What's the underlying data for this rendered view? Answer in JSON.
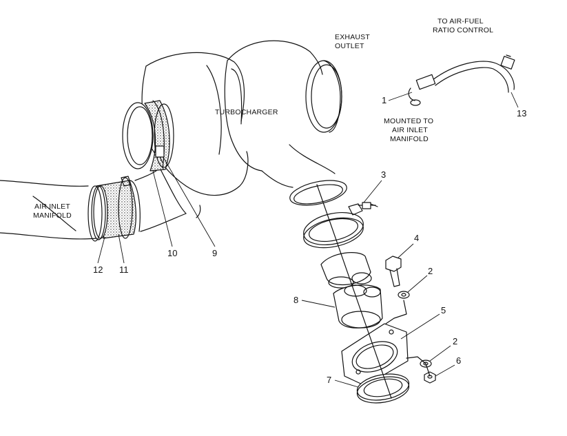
{
  "labels": {
    "exhaust_outlet": [
      "EXHAUST",
      "OUTLET"
    ],
    "to_air_fuel": [
      "TO AIR-FUEL",
      "RATIO CONTROL"
    ],
    "turbocharger": "TURBOCHARGER",
    "mounted_to": [
      "MOUNTED TO",
      "AIR INLET",
      "MANIFOLD"
    ],
    "air_inlet_manifold": [
      "AIR INLET",
      "MANIFOLD"
    ]
  },
  "callouts": {
    "c1": "1",
    "c2a": "2",
    "c2b": "2",
    "c3": "3",
    "c4": "4",
    "c5": "5",
    "c6": "6",
    "c7": "7",
    "c8": "8",
    "c9": "9",
    "c10": "10",
    "c11": "11",
    "c12": "12",
    "c13": "13"
  }
}
